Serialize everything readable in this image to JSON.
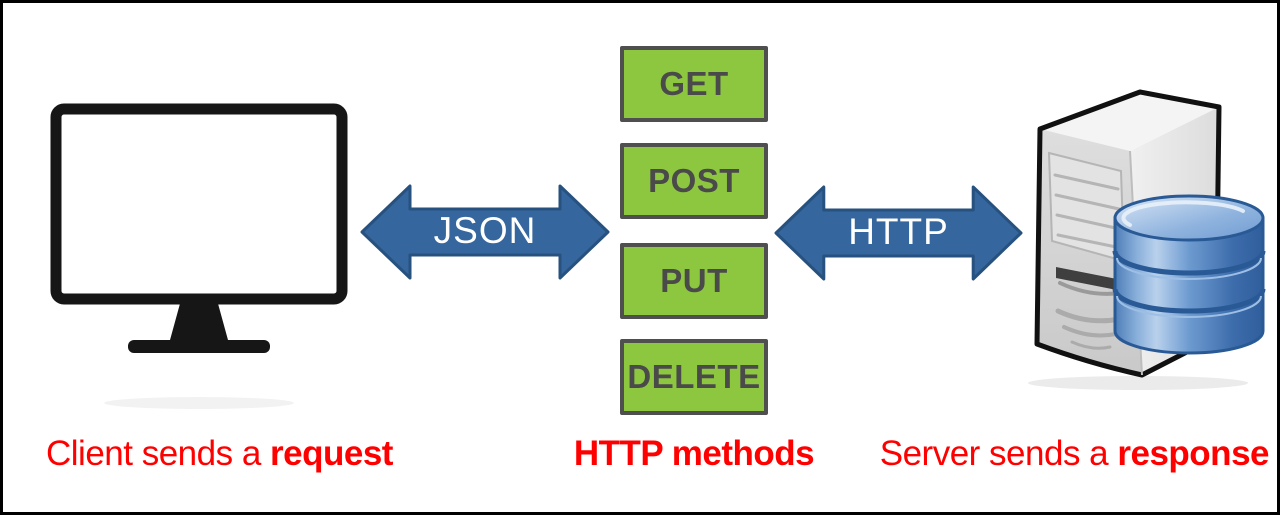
{
  "diagram": {
    "kind": "rest-http-flow-diagram"
  },
  "methods": [
    "GET",
    "POST",
    "PUT",
    "DELETE"
  ],
  "arrows": {
    "json": {
      "label": "JSON"
    },
    "http": {
      "label": "HTTP"
    }
  },
  "captions": {
    "client": {
      "text": "Client sends a ",
      "bold": "request"
    },
    "methods": {
      "text": "",
      "bold": "HTTP methods"
    },
    "server": {
      "text": "Server sends a ",
      "bold": "response"
    }
  },
  "icons": {
    "client": "desktop-monitor-icon",
    "server": "server-tower-icon",
    "database": "database-cylinder-icon"
  },
  "colors": {
    "method_green": "#8DC63F",
    "method_border": "#4F4F4F",
    "method_text": "#4A4A4A",
    "arrow_fill": "#35669D",
    "arrow_stroke": "#27517E",
    "caption_red": "#FF0000"
  }
}
